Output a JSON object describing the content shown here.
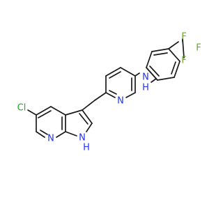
{
  "structure": {
    "atoms": {
      "Cl": {
        "text": "Cl",
        "color": "#22aa22"
      },
      "N_pyrrolopyridine": {
        "text": "N",
        "color": "#2233ee"
      },
      "NH_pyrrole": {
        "text": "N",
        "color": "#2233ee"
      },
      "H_pyrrole": {
        "text": "H",
        "color": "#2233ee"
      },
      "N_pyridine": {
        "text": "N",
        "color": "#2233ee"
      },
      "N_amine": {
        "text": "N",
        "color": "#2233ee"
      },
      "H_amine": {
        "text": "H",
        "color": "#2233ee"
      },
      "F1": {
        "text": "F",
        "color": "#66aa22"
      },
      "F2": {
        "text": "F",
        "color": "#66aa22"
      },
      "F3": {
        "text": "F",
        "color": "#66aa22"
      }
    },
    "bond_color": "#1a1a1a"
  }
}
